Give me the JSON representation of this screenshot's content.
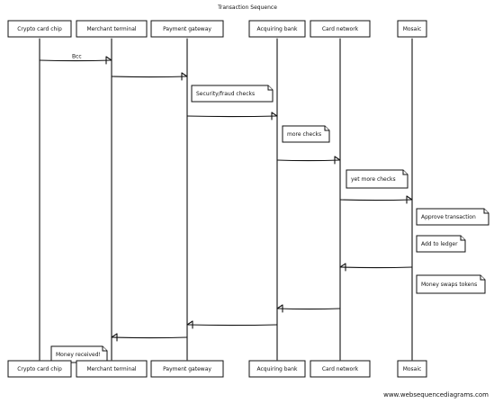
{
  "diagram": {
    "title": "Transaction Sequence",
    "participants": [
      {
        "id": "chip",
        "label": "Crypto card chip"
      },
      {
        "id": "terminal",
        "label": "Merchant terminal"
      },
      {
        "id": "gateway",
        "label": "Payment gateway"
      },
      {
        "id": "acquiring",
        "label": "Acquiring bank"
      },
      {
        "id": "network",
        "label": "Card network"
      },
      {
        "id": "mosaic",
        "label": "Mosaic"
      }
    ],
    "messages": [
      {
        "from": "chip",
        "to": "terminal",
        "label": "Bcc"
      },
      {
        "from": "terminal",
        "to": "gateway",
        "label": ""
      },
      {
        "from": "gateway",
        "to": "acquiring",
        "label": ""
      },
      {
        "from": "acquiring",
        "to": "network",
        "label": ""
      },
      {
        "from": "network",
        "to": "mosaic",
        "label": ""
      },
      {
        "from": "mosaic",
        "to": "network",
        "label": ""
      },
      {
        "from": "network",
        "to": "acquiring",
        "label": ""
      },
      {
        "from": "acquiring",
        "to": "gateway",
        "label": ""
      },
      {
        "from": "gateway",
        "to": "terminal",
        "label": ""
      }
    ],
    "notes": [
      {
        "participant": "gateway",
        "text": "Security/fraud checks"
      },
      {
        "participant": "acquiring",
        "text": "more checks"
      },
      {
        "participant": "network",
        "text": "yet more checks"
      },
      {
        "participant": "mosaic",
        "text": "Approve transaction"
      },
      {
        "participant": "mosaic",
        "text": "Add to ledger"
      },
      {
        "participant": "mosaic",
        "text": "Money swaps tokens"
      },
      {
        "participant": "chip",
        "text": "Money received!"
      }
    ]
  },
  "footer": {
    "watermark": "www.websequencediagrams.com"
  }
}
